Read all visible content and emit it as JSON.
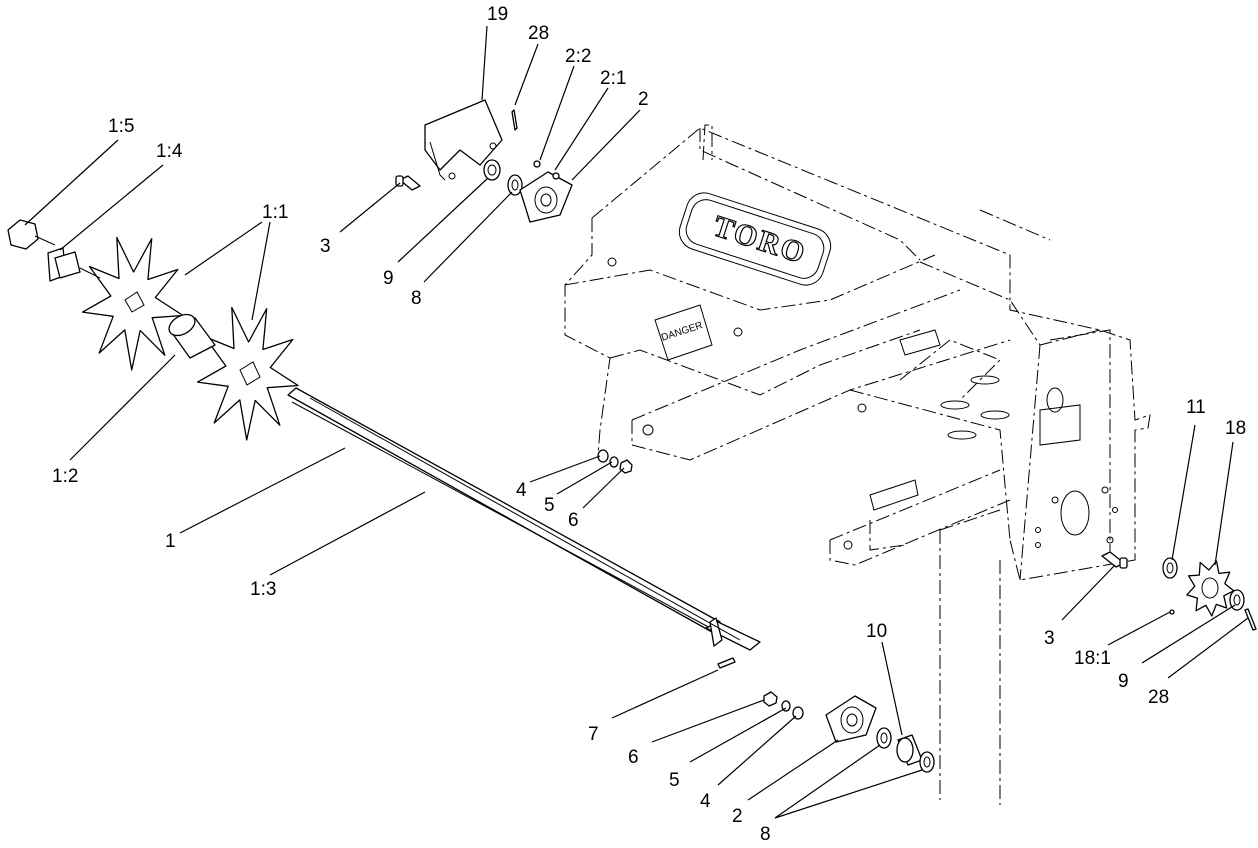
{
  "diagram": {
    "brand_logo": "TORO",
    "decal_text": "DANGER",
    "callouts": {
      "c19": "19",
      "c28_top": "28",
      "c2_2": "2:2",
      "c2_1": "2:1",
      "c2_top": "2",
      "c1_5": "1:5",
      "c1_4": "1:4",
      "c1_1": "1:1",
      "c3_top": "3",
      "c9_top": "9",
      "c8_top": "8",
      "c1_2": "1:2",
      "c4_mid": "4",
      "c5_mid": "5",
      "c6_mid": "6",
      "c1": "1",
      "c1_3": "1:3",
      "c11": "11",
      "c18": "18",
      "c3_right": "3",
      "c18_1": "18:1",
      "c9_right": "9",
      "c28_right": "28",
      "c10": "10",
      "c7": "7",
      "c6_low": "6",
      "c5_low": "5",
      "c4_low": "4",
      "c2_low": "2",
      "c8_low": "8"
    }
  }
}
